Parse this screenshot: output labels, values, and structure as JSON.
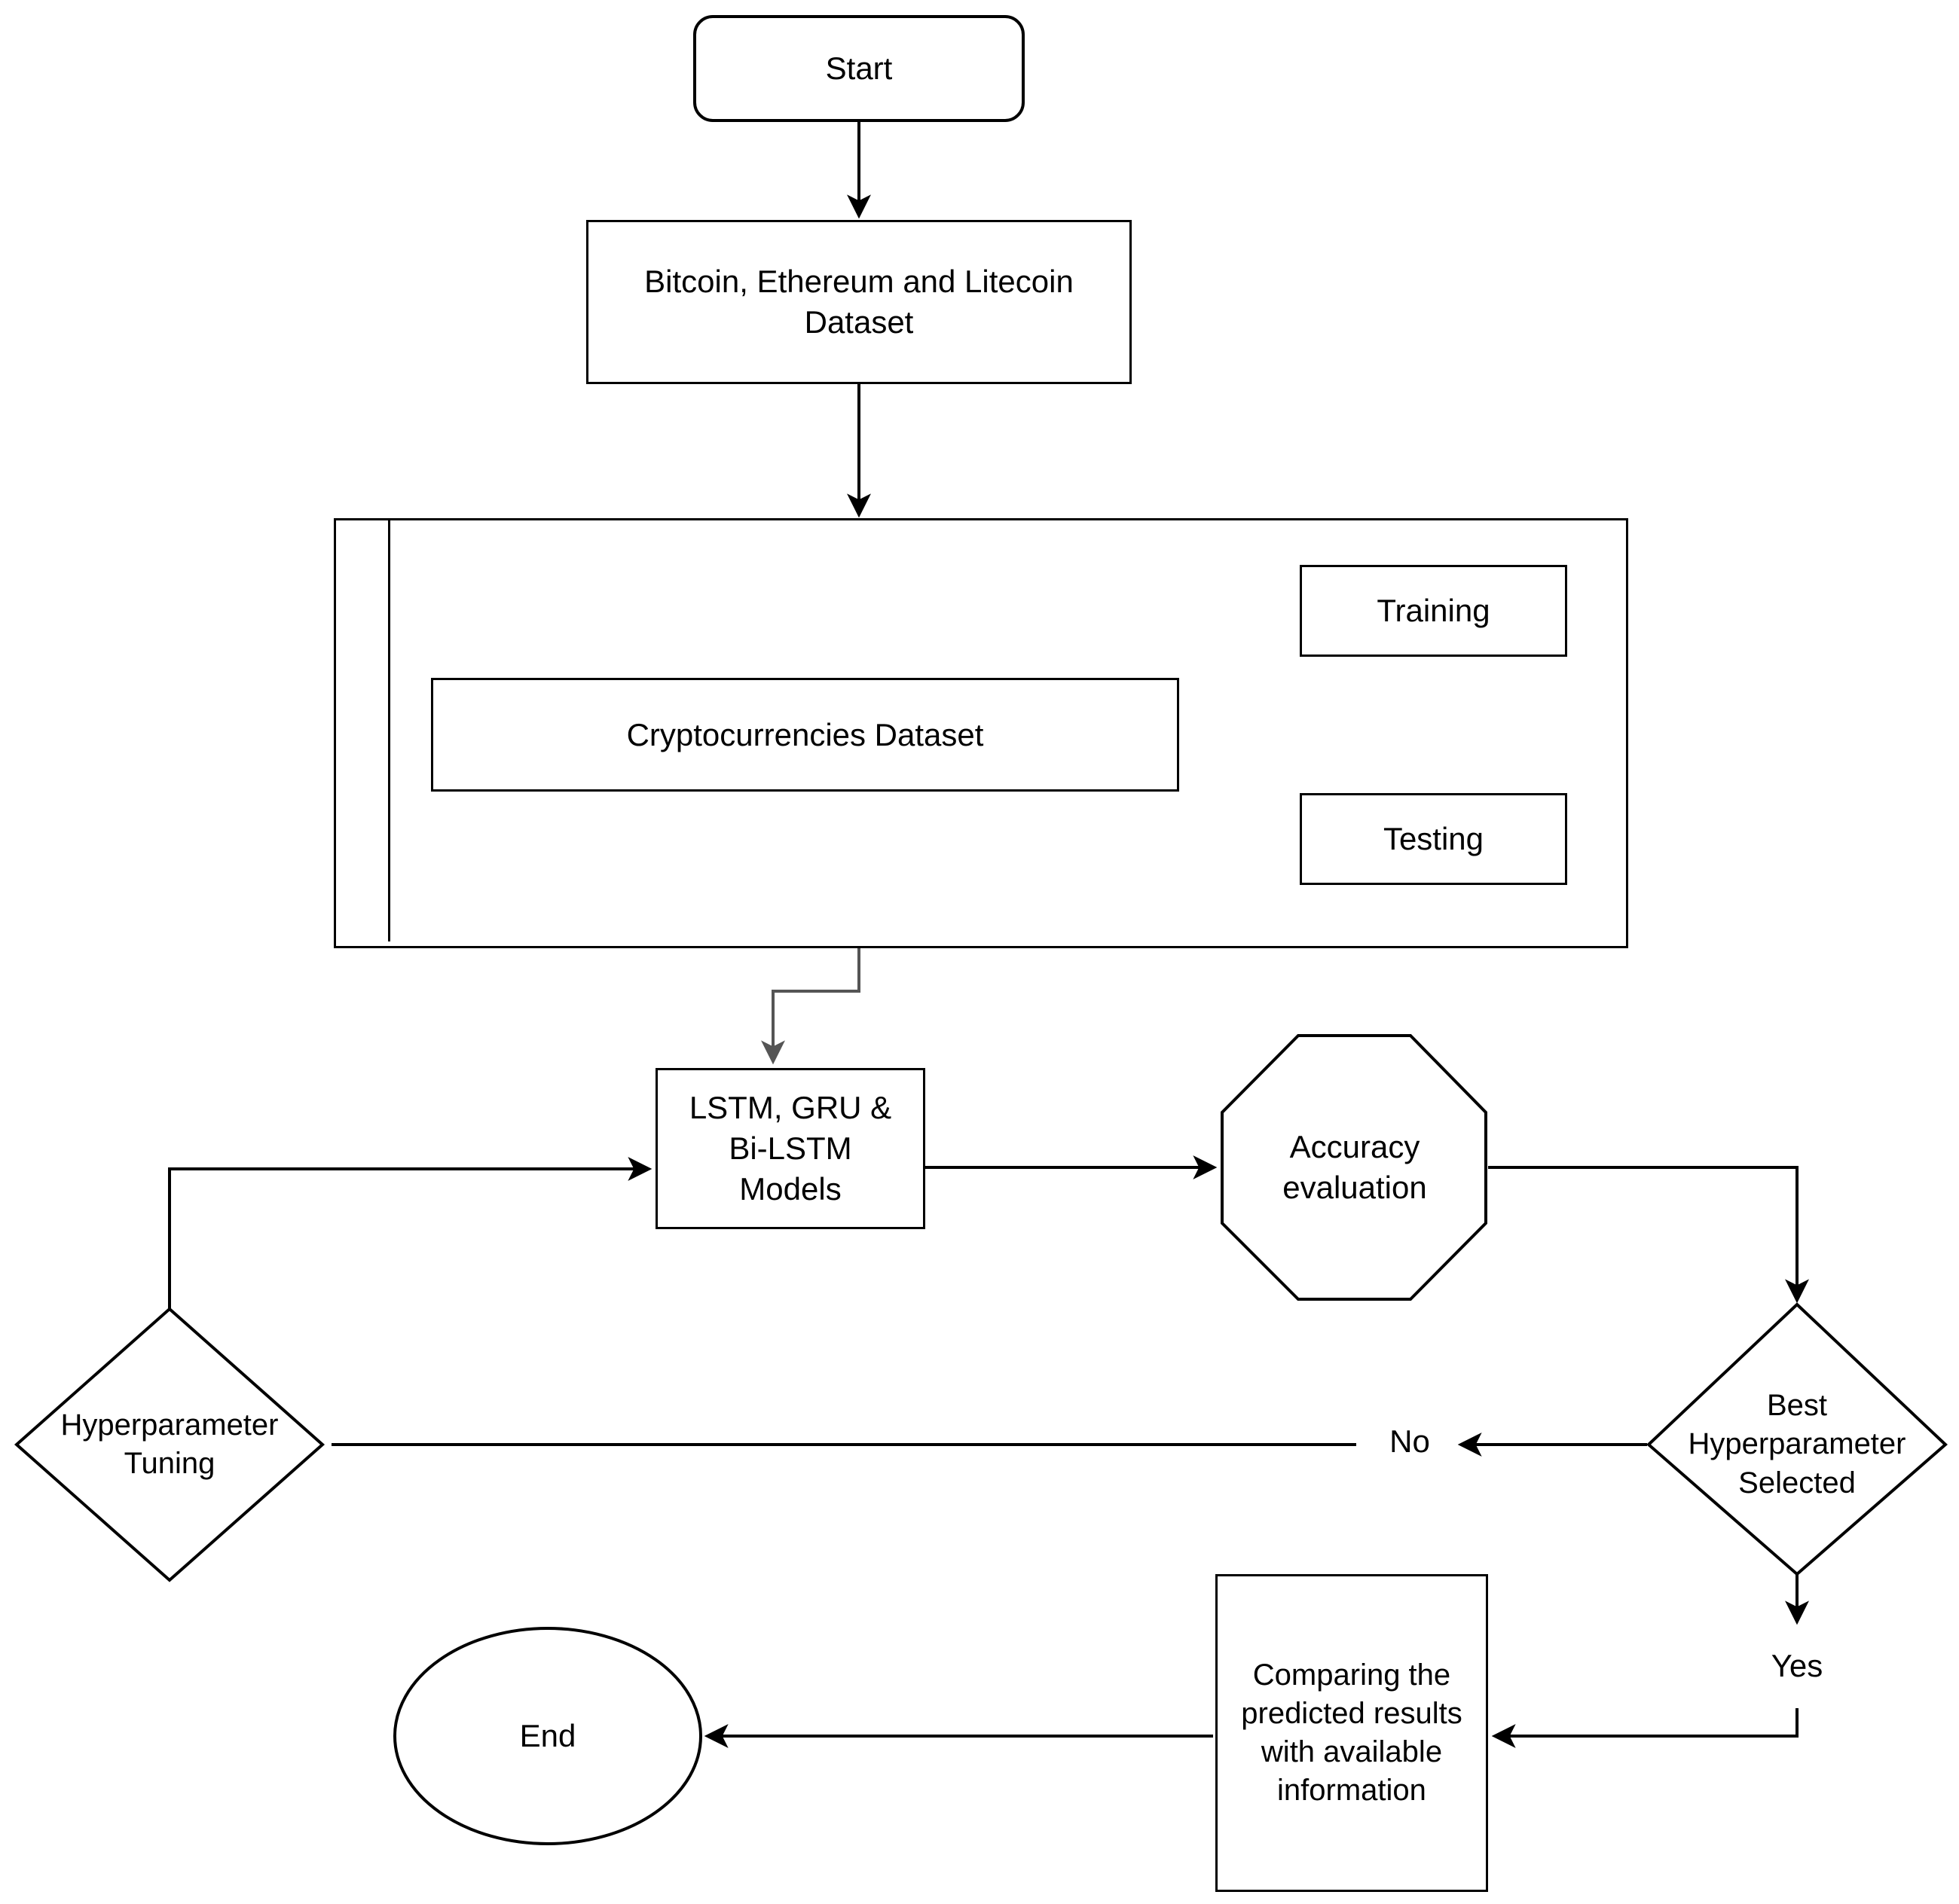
{
  "diagram": {
    "title": "Cryptocurrency price prediction methodology flowchart",
    "background_color": "#ffffff",
    "line_color": "#000000",
    "text_color": "#000000",
    "gray_connector_color": "#555555"
  },
  "nodes": {
    "start": {
      "label": "Start",
      "shape": "rounded-rectangle"
    },
    "dataset": {
      "label": "Bitcoin, Ethereum and Litecoin\nDataset",
      "shape": "rectangle"
    },
    "crypto_dataset": {
      "label": "Cryptocurrencies Dataset",
      "shape": "rectangle"
    },
    "training": {
      "label": "Training",
      "shape": "rectangle"
    },
    "testing": {
      "label": "Testing",
      "shape": "rectangle"
    },
    "models": {
      "label": "LSTM, GRU &\nBi-LSTM\nModels",
      "shape": "rectangle"
    },
    "accuracy": {
      "label": "Accuracy\nevaluation",
      "shape": "octagon"
    },
    "best_hyper": {
      "label": "Best\nHyperparameter\nSelected",
      "shape": "diamond"
    },
    "hyper_tuning": {
      "label": "Hyperparameter\nTuning",
      "shape": "diamond"
    },
    "comparing": {
      "label": "Comparing the\npredicted results\nwith available\ninformation",
      "shape": "rectangle"
    },
    "end": {
      "label": "End",
      "shape": "ellipse"
    }
  },
  "edge_labels": {
    "no": "No",
    "yes": "Yes"
  }
}
